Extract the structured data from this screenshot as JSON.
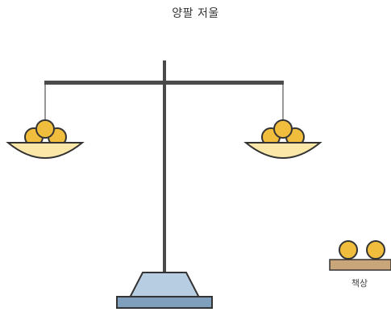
{
  "title": "양팔 저울",
  "desk_label": "책상",
  "left_pan_weights": 3,
  "right_pan_weights": 3,
  "desk_weights": 2,
  "colors": {
    "beam": "#4a4a4a",
    "pan_fill": "#fbe7a8",
    "pan_stroke": "#333333",
    "weight_fill": "#f1bd3c",
    "weight_stroke": "#333333",
    "base_fill": "#b6cde2",
    "base_stroke": "#333333",
    "base_plate": "#7f9fbd",
    "desk_fill": "#c9a57a"
  }
}
